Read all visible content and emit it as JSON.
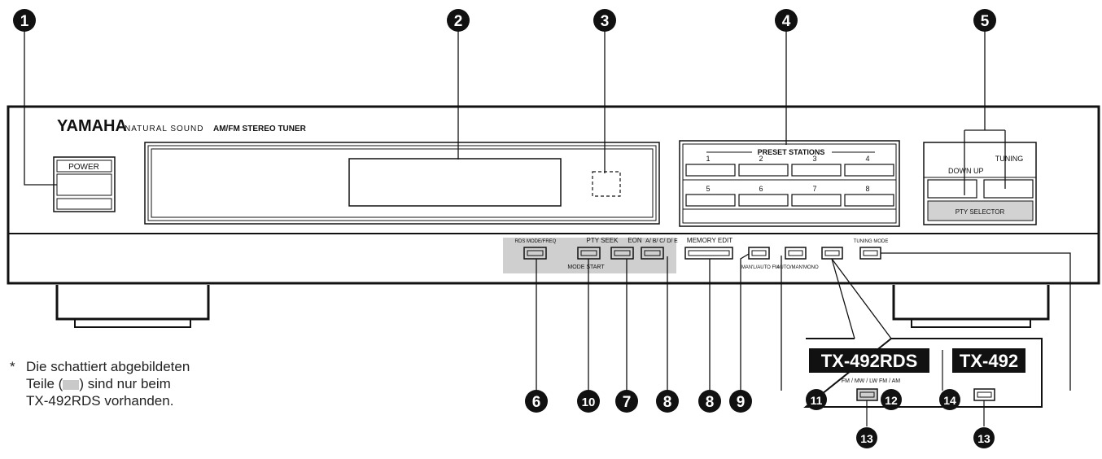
{
  "brand": "YAMAHA",
  "tagline": "NATURAL SOUND",
  "product": "AM/FM STEREO TUNER",
  "power_label": "POWER",
  "preset": {
    "title": "PRESET STATIONS",
    "numbers": [
      "1",
      "2",
      "3",
      "4",
      "5",
      "6",
      "7",
      "8"
    ]
  },
  "tuning": {
    "label": "TUNING",
    "down_up": "DOWN  UP",
    "pty_selector": "PTY SELECTOR"
  },
  "lower_labels": {
    "rds_mode_freq": "RDS MODE/FREQ",
    "pty_seek": "PTY SEEK",
    "mode_start": "MODE START",
    "eon": "EON",
    "abcde": "A/ B/ C/ D/ E",
    "memory_edit": "MEMORY EDIT",
    "man_auto_fm": "MAN'L/AUTO FM",
    "auto_man_mono": "AUTO/MAN'MONO",
    "tuning_mode": "TUNING MODE"
  },
  "inset": {
    "model_rds": "TX-492RDS",
    "model": "TX-492",
    "band_label": "FM / MW / LW  FM / AM"
  },
  "callouts": [
    "1",
    "2",
    "3",
    "4",
    "5",
    "6",
    "10",
    "7",
    "8",
    "8",
    "9",
    "11",
    "12",
    "14",
    "13",
    "13"
  ],
  "note": {
    "star": "*",
    "line1": "Die schattiert abgebildeten",
    "line2_a": "Teile (",
    "line2_b": ") sind nur beim",
    "line3": "TX-492RDS vorhanden."
  }
}
